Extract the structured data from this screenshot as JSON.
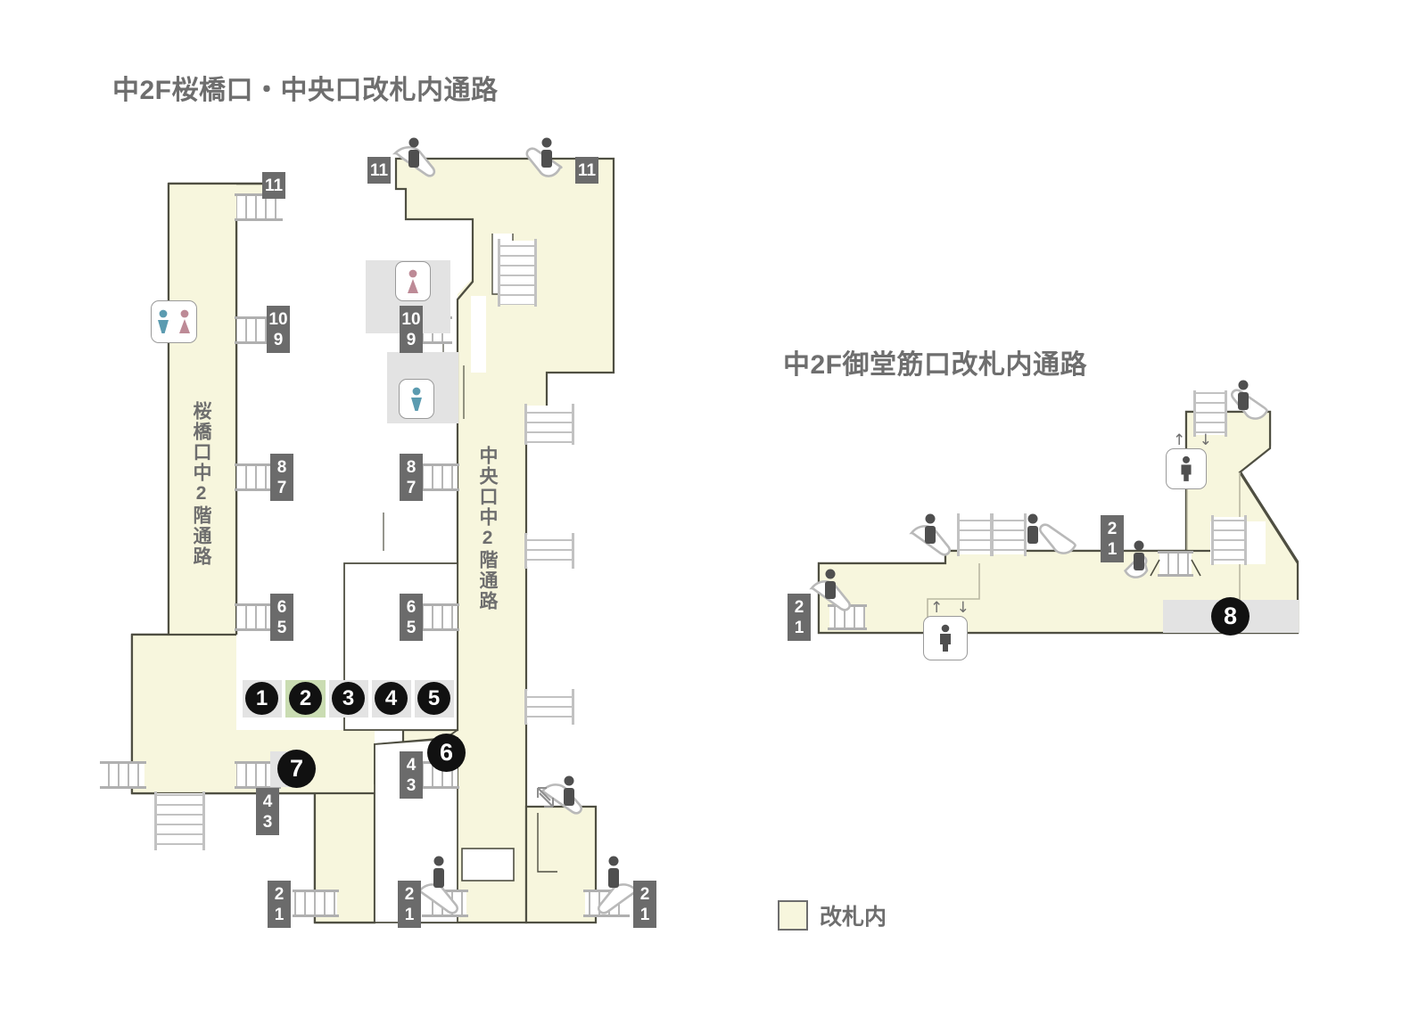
{
  "page": {
    "background": "#ffffff",
    "concourse_fill": "#f7f6dd",
    "concourse_stroke": "#4f4f42",
    "shop_zone_fill": "#e3e3e3",
    "highlight_zone_fill": "#cadcb2",
    "badge_fill": "#6b6b6b",
    "marker_fill": "#111111",
    "text_grey": "#6e6e6e",
    "restroom_male_color": "#5b9bb0",
    "restroom_female_color": "#bd8a96",
    "icon_grey": "#4f4f4f"
  },
  "sections": {
    "left": {
      "title": "中2F桜橋口・中央口改札内通路",
      "corridor_labels": [
        {
          "text": "桜橋口中2階通路"
        },
        {
          "text": "中央口中2階通路"
        }
      ]
    },
    "right": {
      "title": "中2F御堂筋口改札内通路"
    }
  },
  "platform_badges": [
    {
      "id": "pb-l-11",
      "label": "11"
    },
    {
      "id": "pb-c-11a",
      "label": "11"
    },
    {
      "id": "pb-c-11b",
      "label": "11"
    },
    {
      "id": "pb-l-10",
      "label": "10"
    },
    {
      "id": "pb-l-9",
      "label": "9"
    },
    {
      "id": "pb-c-10",
      "label": "10"
    },
    {
      "id": "pb-c-9",
      "label": "9"
    },
    {
      "id": "pb-l-8",
      "label": "8"
    },
    {
      "id": "pb-l-7",
      "label": "7"
    },
    {
      "id": "pb-c-8",
      "label": "8"
    },
    {
      "id": "pb-c-7",
      "label": "7"
    },
    {
      "id": "pb-l-6",
      "label": "6"
    },
    {
      "id": "pb-l-5",
      "label": "5"
    },
    {
      "id": "pb-c-6",
      "label": "6"
    },
    {
      "id": "pb-c-5",
      "label": "5"
    },
    {
      "id": "pb-l-4",
      "label": "4"
    },
    {
      "id": "pb-l-3",
      "label": "3"
    },
    {
      "id": "pb-c-4",
      "label": "4"
    },
    {
      "id": "pb-c-3",
      "label": "3"
    },
    {
      "id": "pb-l-2",
      "label": "2"
    },
    {
      "id": "pb-l-1",
      "label": "1"
    },
    {
      "id": "pb-c-2",
      "label": "2"
    },
    {
      "id": "pb-c-1",
      "label": "1"
    },
    {
      "id": "pb-c-2b",
      "label": "2"
    },
    {
      "id": "pb-c-1b",
      "label": "1"
    },
    {
      "id": "pb-r-2a",
      "label": "2"
    },
    {
      "id": "pb-r-1a",
      "label": "1"
    },
    {
      "id": "pb-r-2b",
      "label": "2"
    },
    {
      "id": "pb-r-1b",
      "label": "1"
    }
  ],
  "poi_markers": [
    {
      "id": "poi-1",
      "label": "1",
      "zone": "shop"
    },
    {
      "id": "poi-2",
      "label": "2",
      "zone": "highlight"
    },
    {
      "id": "poi-3",
      "label": "3",
      "zone": "shop"
    },
    {
      "id": "poi-4",
      "label": "4",
      "zone": "shop"
    },
    {
      "id": "poi-5",
      "label": "5",
      "zone": "shop"
    },
    {
      "id": "poi-6",
      "label": "6",
      "zone": "none"
    },
    {
      "id": "poi-7",
      "label": "7",
      "zone": "shop"
    },
    {
      "id": "poi-8",
      "label": "8",
      "zone": "shop"
    }
  ],
  "facilities": [
    {
      "id": "restroom-multi-left",
      "icon": "restroom-multi-icon"
    },
    {
      "id": "restroom-women-center",
      "icon": "restroom-women-icon"
    },
    {
      "id": "restroom-men-center",
      "icon": "restroom-men-icon"
    },
    {
      "id": "elevator-right-lower",
      "icon": "elevator-icon",
      "direction": "↑ ↓"
    },
    {
      "id": "elevator-right-upper",
      "icon": "elevator-icon",
      "direction": "↑ ↓"
    }
  ],
  "legend": {
    "label": "改札内",
    "swatch_color": "#f7f6dd"
  }
}
